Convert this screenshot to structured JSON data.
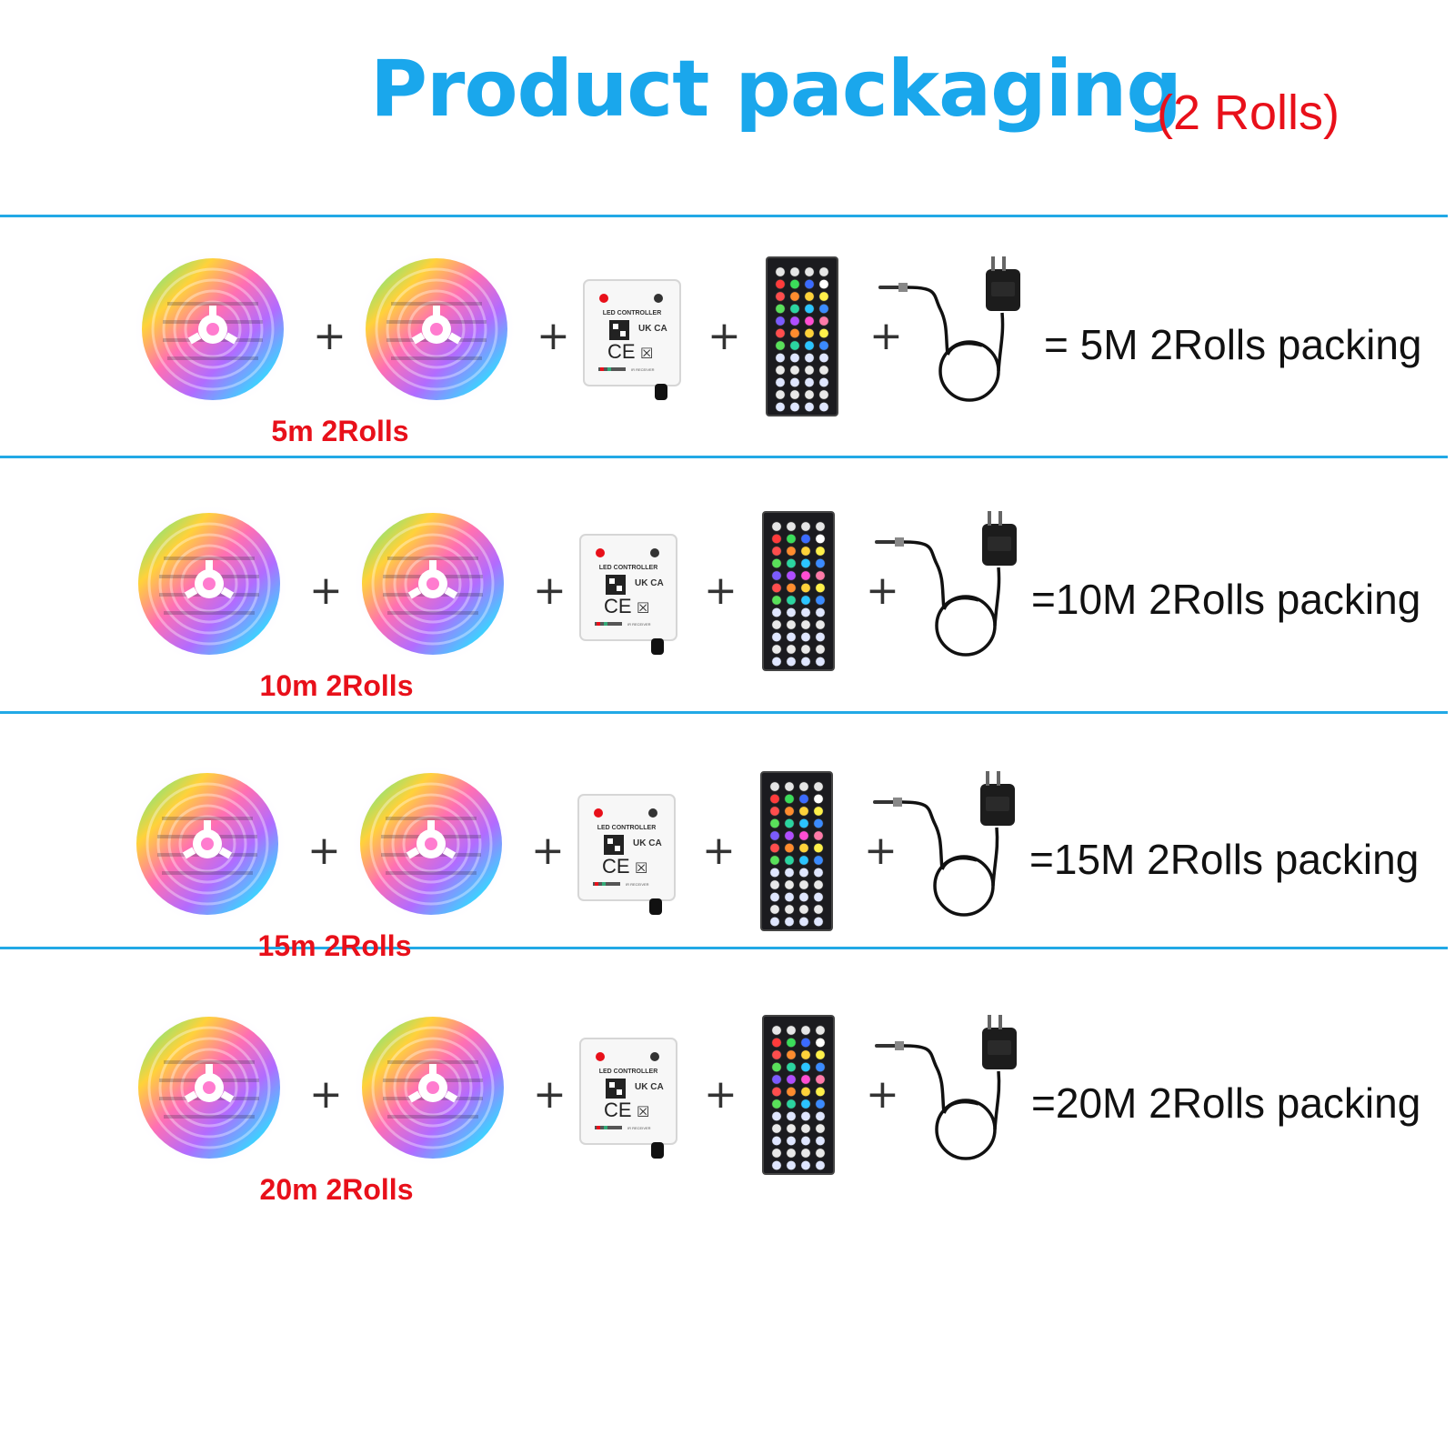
{
  "header": {
    "title": "Product packaging",
    "subtitle": "(2 Rolls)",
    "title_color": "#1aa7ec",
    "subtitle_color": "#e8101a"
  },
  "divider_color": "#22a9e6",
  "label_color": "#e8101a",
  "items": {
    "led_roll": "led-strip-roll-icon",
    "controller": "led-controller-icon",
    "remote": "remote-control-icon",
    "adapter": "power-adapter-icon",
    "plus": "+"
  },
  "controller": {
    "label": "LED CONTROLLER",
    "marks": "UK CA",
    "ce": "CE",
    "receiver": "IR RECEIVER"
  },
  "rows": [
    {
      "roll_label": "5m 2Rolls",
      "result": "=  5M 2Rolls packing"
    },
    {
      "roll_label": "10m 2Rolls",
      "result": "=10M 2Rolls packing"
    },
    {
      "roll_label": "15m 2Rolls",
      "result": "=15M 2Rolls packing"
    },
    {
      "roll_label": "20m 2Rolls",
      "result": "=20M 2Rolls packing"
    }
  ]
}
